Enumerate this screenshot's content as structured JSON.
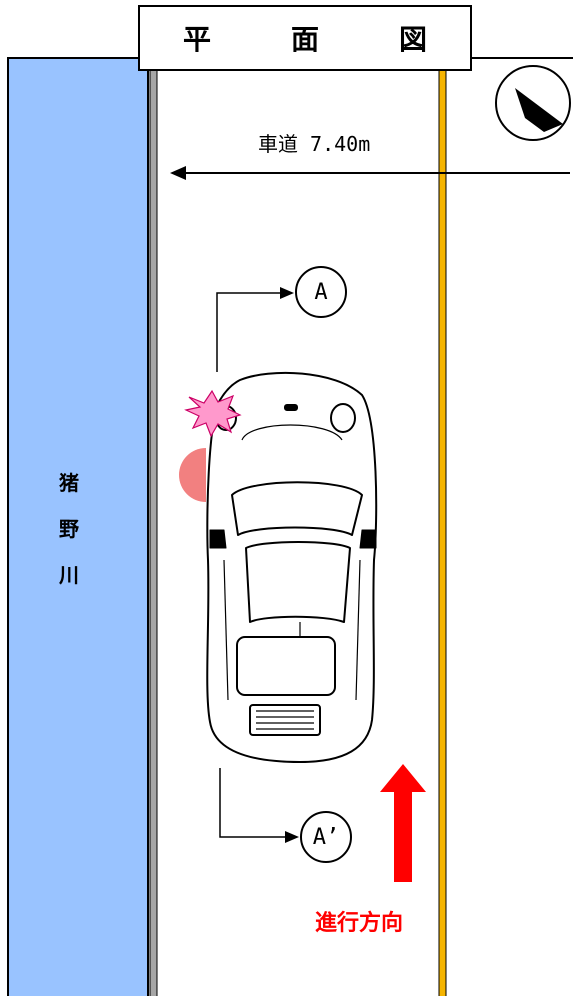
{
  "title": "平　面　図",
  "river": {
    "name_chars": [
      "猪",
      "野",
      "川"
    ],
    "color": "#99c3ff"
  },
  "road": {
    "width_label": "車道 7.40m"
  },
  "sections": {
    "a_label": "A",
    "a_prime_label": "A’"
  },
  "direction": {
    "label": "進行方向",
    "color": "#ff0000"
  },
  "lines": {
    "centerline_color": "#f5b400",
    "curb_color": "#a6a6a6"
  },
  "impact_marker_color": "#ff99cc",
  "pedestrian_marker_color": "#f28080",
  "icons": [
    "north-arrow-icon",
    "car-icon",
    "impact-burst-icon",
    "direction-arrow-icon"
  ]
}
